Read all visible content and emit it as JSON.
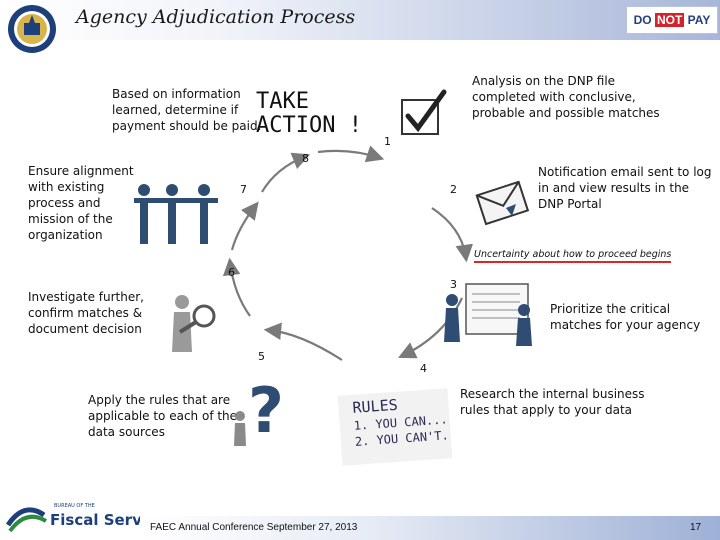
{
  "header": {
    "title": "Agency Adjudication Process",
    "logo_brand": "DO NOT PAY",
    "logo_do": "DO",
    "logo_not": "NOT",
    "logo_pay": "PAY"
  },
  "steps": [
    {
      "number": "1",
      "text": "Analysis on the DNP file completed with conclusive, probable and possible matches",
      "icon": "checkmark-icon"
    },
    {
      "number": "2",
      "text": "Notification email sent to log in and view results in the DNP Portal",
      "icon": "email-envelope-icon"
    },
    {
      "number": "3",
      "text": "Prioritize the  critical matches for your agency",
      "icon": "person-reviewing-document-icon"
    },
    {
      "number": "4",
      "text": "Research the internal business rules that apply to your data",
      "icon": "rules-note-icon"
    },
    {
      "number": "5",
      "text": "Apply the rules that are applicable to each of the data sources",
      "icon": "question-mark-person-icon"
    },
    {
      "number": "6",
      "text": "Investigate further, confirm matches & document decision",
      "icon": "magnifying-glass-person-icon"
    },
    {
      "number": "7",
      "text": "Ensure alignment with existing process and mission of the organization",
      "icon": "group-of-people-icon"
    },
    {
      "number": "8",
      "text": "Based on information learned, determine if payment should be paid.",
      "icon": "take-action-icon"
    }
  ],
  "take_action": {
    "line1": "TAKE",
    "line2": "ACTION !"
  },
  "rules_note": {
    "title": "RULES",
    "line1": "1. YOU CAN...",
    "line2": "2. YOU CAN'T."
  },
  "uncertainty_note": "Uncertainty about how to proceed begins",
  "footer": {
    "conference": "FAEC Annual Conference September 27, 2013",
    "page": "17",
    "agency_small": "BUREAU OF THE",
    "agency": "Fiscal Service"
  },
  "colors": {
    "cycle_arrow": "#7a7a7a",
    "accent_red": "#d42a2a",
    "figure_blue": "#2f4d72"
  }
}
